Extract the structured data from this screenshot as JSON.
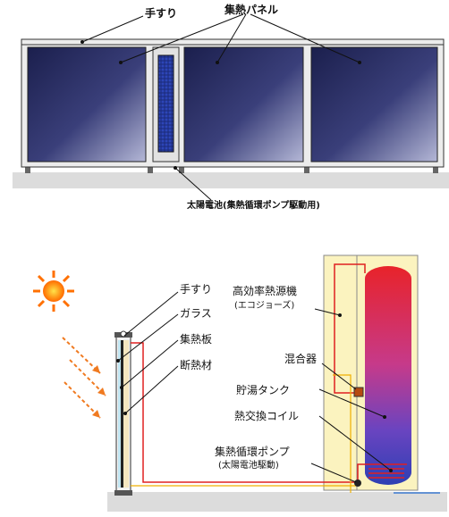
{
  "top_diagram": {
    "handrail_label": "手すり",
    "panel_label": "集熱パネル",
    "solar_cell_label": "太陽電池(集熱循環ポンプ駆動用)"
  },
  "bottom_diagram": {
    "handrail_label": "手すり",
    "glass_label": "ガラス",
    "collector_plate_label": "集熱板",
    "insulation_label": "断熱材",
    "heat_source_label": "高効率熱源機",
    "heat_source_sub_label": "(エコジョーズ)",
    "mixer_label": "混合器",
    "storage_tank_label": "貯湯タンク",
    "heat_exchange_coil_label": "熱交換コイル",
    "pump_label": "集熱循環ポンプ",
    "pump_sub_label": "(太陽電池駆動)"
  },
  "colors": {
    "panel_dark": "#1b1f4d",
    "panel_light": "#a8accf",
    "frame": "#e8e8e8",
    "ground": "#d9d9d9",
    "sun": "#ff7700",
    "heater_body": "#fbf3bf",
    "tank_top": "#e8232a",
    "tank_bottom": "#3b3fb8",
    "pipe_hot": "#e02020",
    "arrow": "#f07a20"
  }
}
